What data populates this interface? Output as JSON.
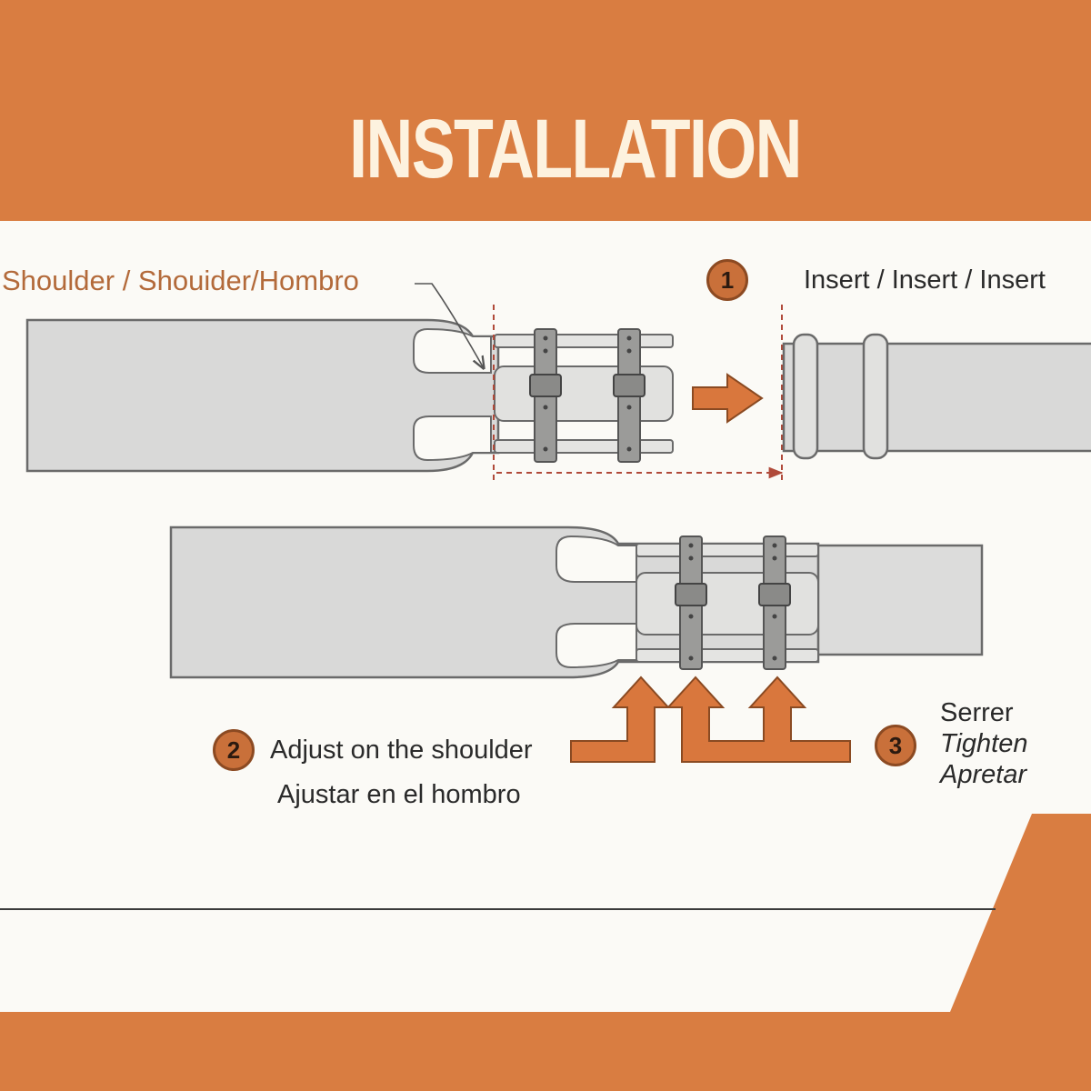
{
  "title": "INSTALLATION",
  "colors": {
    "accent": "#d97d41",
    "title_text": "#fdf2df",
    "part_fill": "#d9d9d8",
    "outline": "#6a6a6a",
    "strap": "#8f8f8d"
  },
  "labels": {
    "shoulder": "Shoulder / Shouider/Hombro",
    "insert": "Insert / Insert / Insert",
    "adjust_en": "Adjust on the shoulder",
    "adjust_es": "Ajustar en el hombro",
    "serrer": "Serrer",
    "tighten": "Tighten",
    "apretar": "Apretar"
  },
  "steps": [
    {
      "number": "1"
    },
    {
      "number": "2"
    },
    {
      "number": "3"
    }
  ]
}
